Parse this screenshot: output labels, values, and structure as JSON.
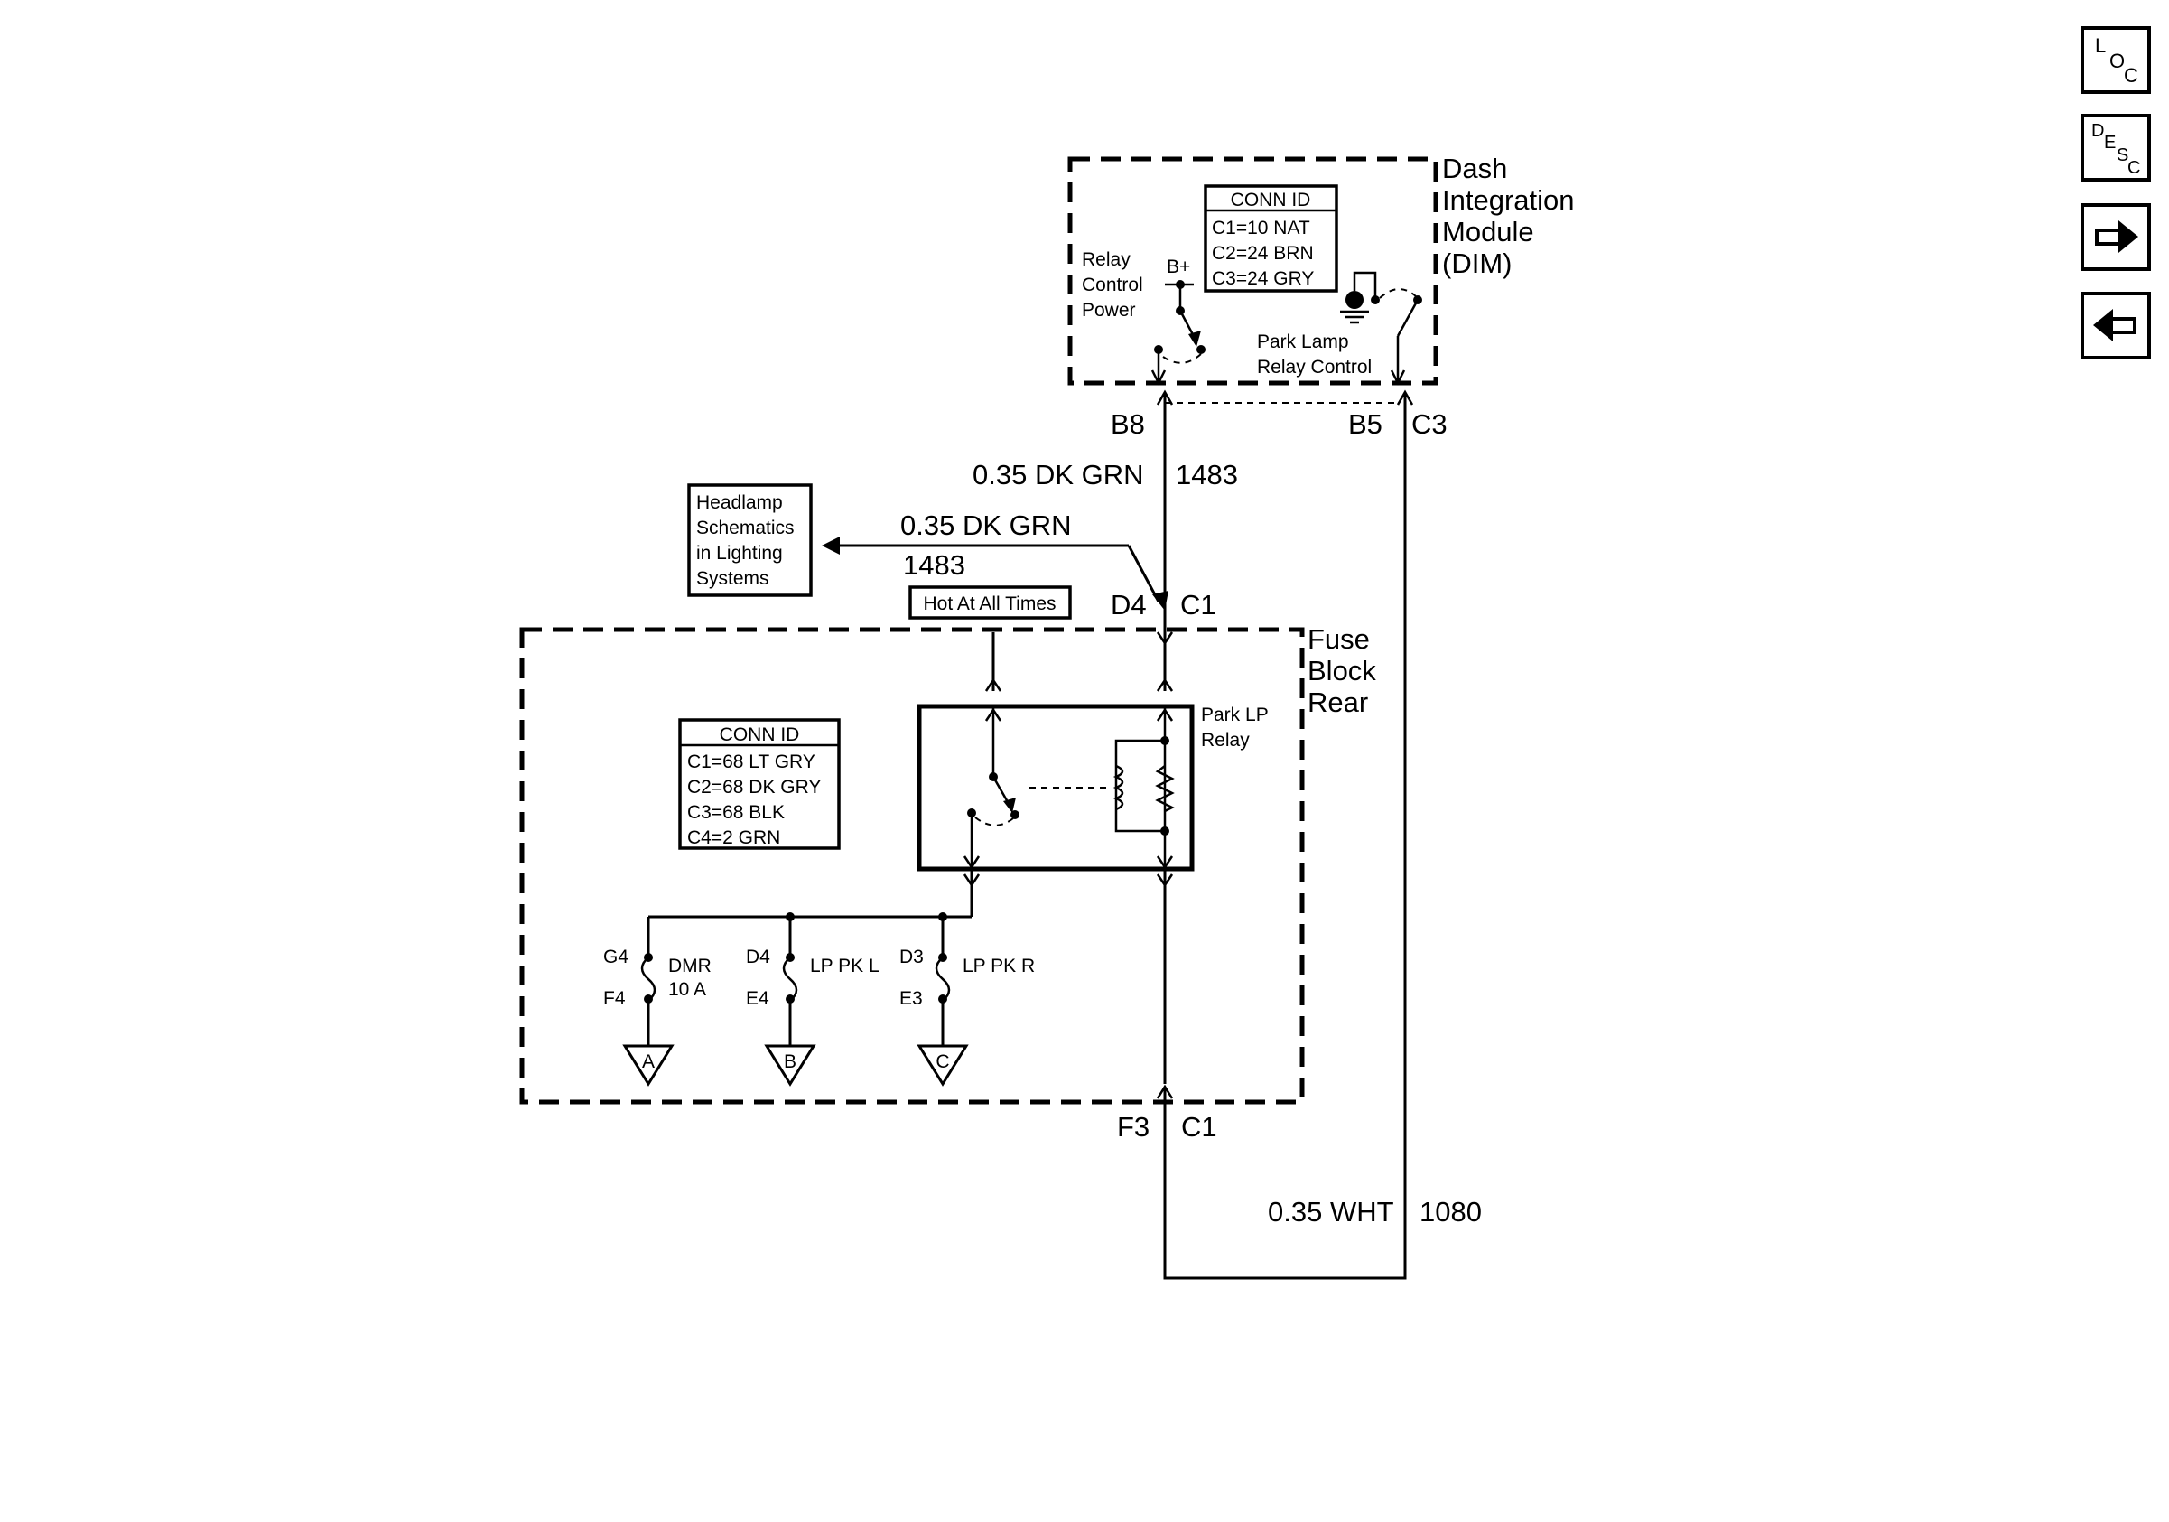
{
  "modules": {
    "dim": {
      "name_lines": [
        "Dash",
        "Integration",
        "Module",
        "(DIM)"
      ]
    },
    "fuse_block": {
      "name_lines": [
        "Fuse",
        "Block",
        "Rear"
      ]
    }
  },
  "dim_conn_id": {
    "title": "CONN ID",
    "rows": [
      "C1=10 NAT",
      "C2=24 BRN",
      "C3=24 GRY"
    ]
  },
  "fuse_conn_id": {
    "title": "CONN ID",
    "rows": [
      "C1=68 LT GRY",
      "C2=68 DK GRY",
      "C3=68 BLK",
      "C4=2 GRN"
    ]
  },
  "dim_labels": {
    "relay_control_power": [
      "Relay",
      "Control",
      "Power"
    ],
    "b_plus": "B+",
    "park_lamp_relay_control": [
      "Park Lamp",
      "Relay Control"
    ]
  },
  "pins": {
    "b8": "B8",
    "b5": "B5",
    "c3": "C3",
    "d4": "D4",
    "c1_top": "C1",
    "f3": "F3",
    "c1_bottom": "C1"
  },
  "wires": {
    "dk_grn_main": {
      "gauge": "0.35 DK GRN",
      "circuit": "1483"
    },
    "dk_grn_branch": {
      "gauge": "0.35 DK GRN",
      "circuit": "1483"
    },
    "wht": {
      "gauge": "0.35 WHT",
      "circuit": "1080"
    }
  },
  "headlamp_ref": {
    "lines": [
      "Headlamp",
      "Schematics",
      "in Lighting",
      "Systems"
    ]
  },
  "hot_label": "Hot At All Times",
  "relay_label": [
    "Park LP",
    "Relay"
  ],
  "fuses": [
    {
      "top_pin": "G4",
      "bottom_pin": "F4",
      "name": "DMR",
      "rating": "10 A",
      "ref": "A"
    },
    {
      "top_pin": "D4",
      "bottom_pin": "E4",
      "name": "LP PK L",
      "rating": "",
      "ref": "B"
    },
    {
      "top_pin": "D3",
      "bottom_pin": "E3",
      "name": "LP PK R",
      "rating": "",
      "ref": "C"
    }
  ],
  "nav": {
    "loc": {
      "l1": "L",
      "l2": "O",
      "l3": "C"
    },
    "desc": {
      "l1": "D",
      "l2": "E",
      "l3": "S",
      "l4": "C"
    },
    "next_icon": "right-arrow-icon",
    "prev_icon": "left-arrow-icon"
  }
}
